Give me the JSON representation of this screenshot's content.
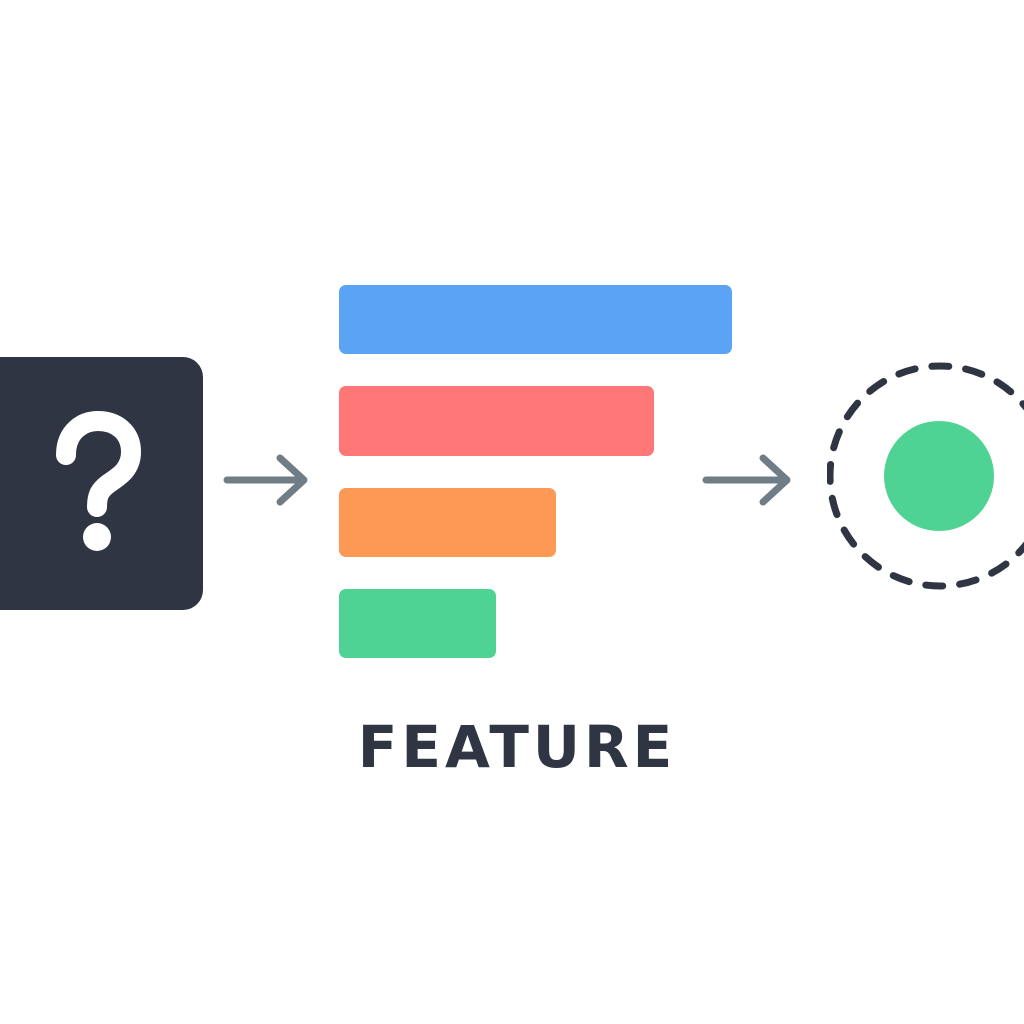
{
  "diagram": {
    "label": "FEATURE",
    "input_icon": "question-mark-icon",
    "output_icon": "dashed-target-circle-icon",
    "arrow_icon": "arrow-right-icon",
    "bars": [
      {
        "name": "bar-1",
        "color": "#5ba3f5"
      },
      {
        "name": "bar-2",
        "color": "#fe7676"
      },
      {
        "name": "bar-3",
        "color": "#fd9955"
      },
      {
        "name": "bar-4",
        "color": "#4fd394"
      }
    ],
    "colors": {
      "dark": "#2f3542",
      "arrow": "#707d86",
      "target_fill": "#4fd394"
    }
  }
}
